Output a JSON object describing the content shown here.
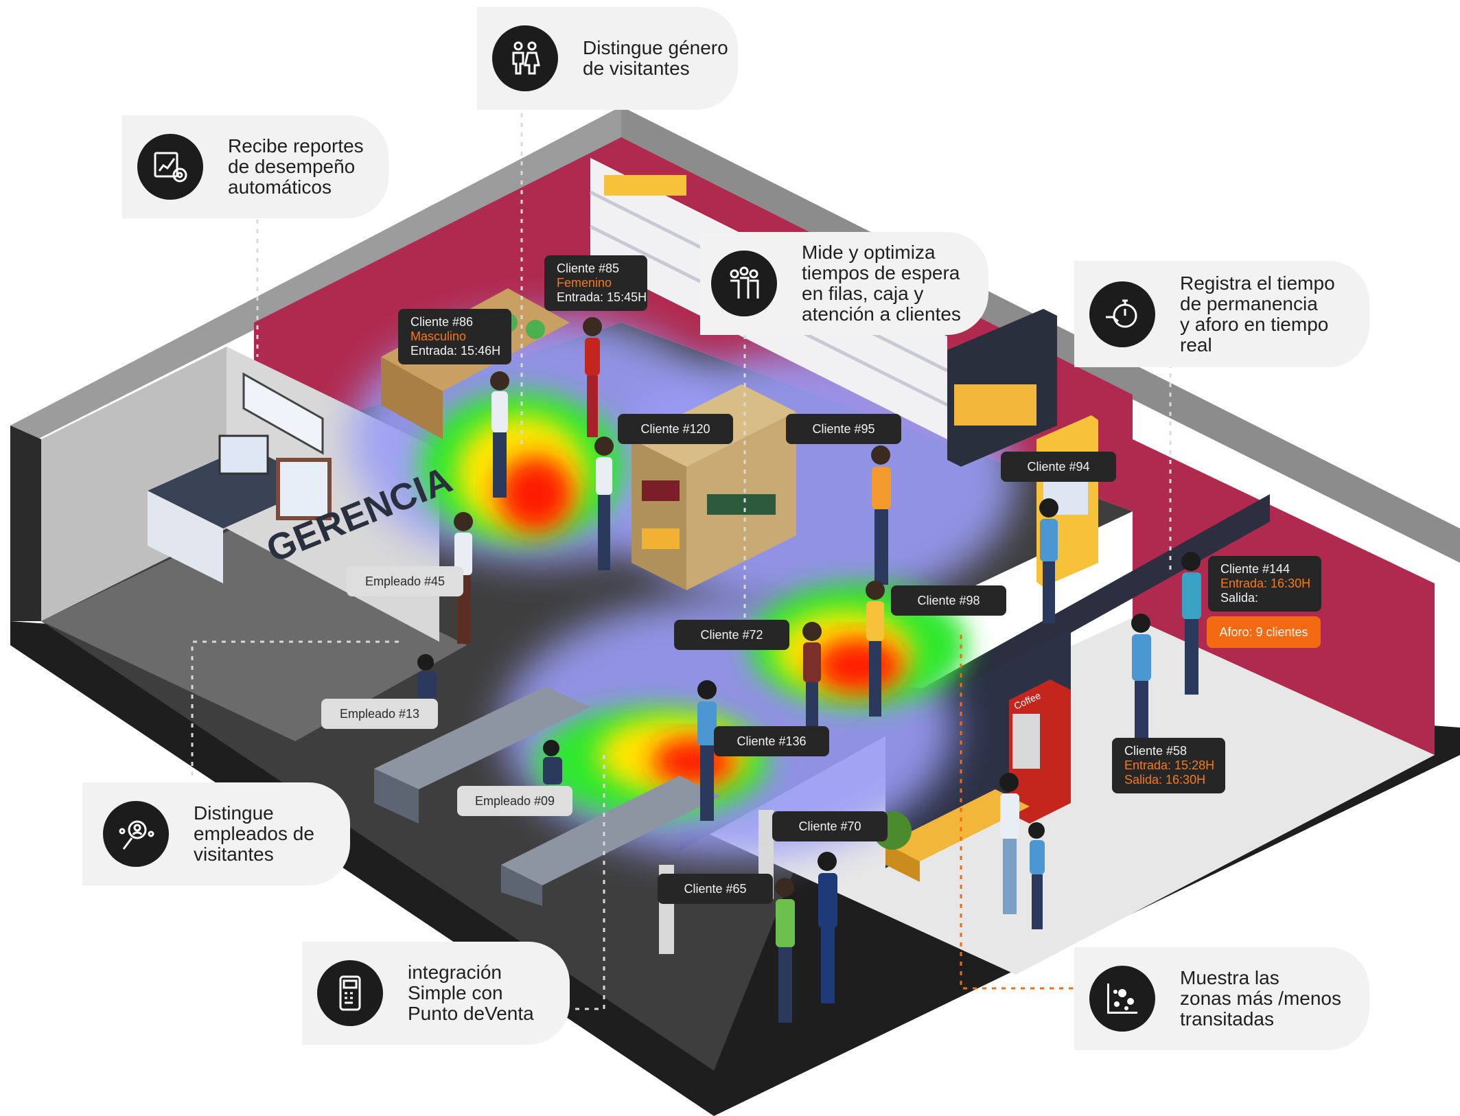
{
  "features": [
    {
      "id": "genero",
      "icon": "people-gender-icon",
      "text": "Distingue género\nde visitantes"
    },
    {
      "id": "reportes",
      "icon": "report-chart-icon",
      "text": "Recibe reportes\nde desempeño\nautomáticos"
    },
    {
      "id": "espera",
      "icon": "queue-people-icon",
      "text": "Mide y optimiza\ntiempos de espera\nen filas, caja y\natención a clientes"
    },
    {
      "id": "permanencia",
      "icon": "stopwatch-hand-icon",
      "text": "Registra el tiempo\nde permanencia\ny aforo en tiempo\nreal"
    },
    {
      "id": "empleados",
      "icon": "person-search-icon",
      "text": "Distingue\nempleados de\nvisitantes"
    },
    {
      "id": "pos",
      "icon": "pos-terminal-icon",
      "text": "integración\nSimple con\nPunto deVenta"
    },
    {
      "id": "zonas",
      "icon": "scatter-zones-icon",
      "text": "Muestra las\nzonas más /menos\ntransitadas"
    }
  ],
  "store_sign": "GERENCIA",
  "vending_label": "Coffee",
  "tags": {
    "c85": {
      "name": "Cliente #85",
      "gender": "Femenino",
      "entry": "Entrada: 15:45H"
    },
    "c86": {
      "name": "Cliente #86",
      "gender": "Masculino",
      "entry": "Entrada: 15:46H"
    },
    "c120": "Cliente #120",
    "c95": "Cliente #95",
    "c94": "Cliente #94",
    "e45": "Empleado #45",
    "c98": "Cliente #98",
    "c72": "Cliente #72",
    "e13": "Empleado #13",
    "c136": "Cliente #136",
    "e09": "Empleado #09",
    "c70": "Cliente #70",
    "c65": "Cliente #65",
    "c144": {
      "name": "Cliente #144",
      "entry": "Entrada: 16:30H",
      "exit": "Salida:"
    },
    "aforo": "Aforo: 9 clientes",
    "c58": {
      "name": "Cliente #58",
      "entry": "Entrada: 15:28H",
      "exit": "Salida: 16:30H"
    }
  },
  "colors": {
    "wall": "#b02a4f",
    "floor": "#3d3d3d",
    "accent": "#f46a12",
    "dark": "#1c1c1c",
    "heat_hot": "#ff1a00",
    "heat_warm": "#ffe600",
    "heat_cool": "#2ee82e",
    "heat_cold": "#9a9cf5"
  }
}
